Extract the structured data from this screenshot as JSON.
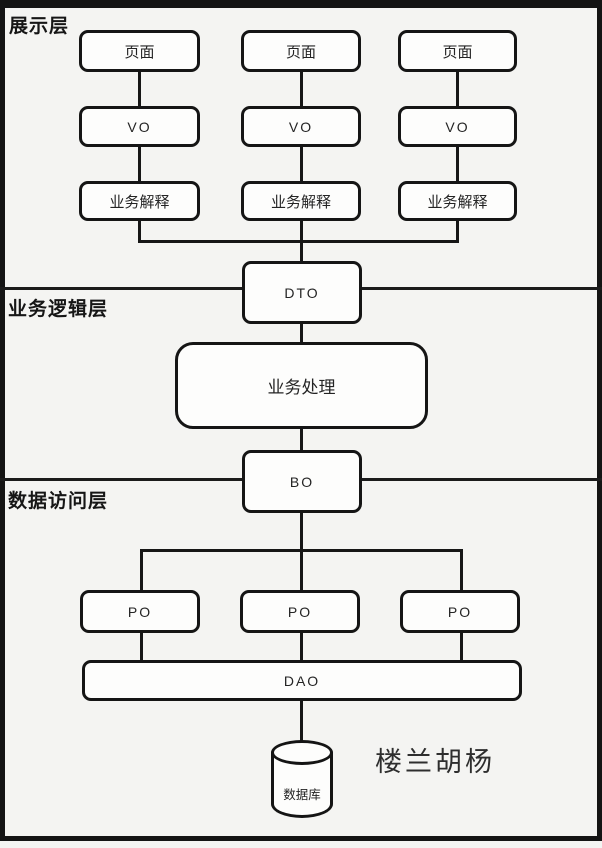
{
  "layers": {
    "presentation": "展示层",
    "business": "业务逻辑层",
    "data": "数据访问层"
  },
  "nodes": {
    "pages": [
      "页面",
      "页面",
      "页面"
    ],
    "vos": [
      "VO",
      "VO",
      "VO"
    ],
    "interpreters": [
      "业务解释",
      "业务解释",
      "业务解释"
    ],
    "dto": "DTO",
    "process": "业务处理",
    "bo": "BO",
    "pos": [
      "PO",
      "PO",
      "PO"
    ],
    "dao": "DAO",
    "database": "数据库"
  },
  "watermark": "楼兰胡杨",
  "colors": {
    "line": "#161616",
    "box_fill": "#fdfdfc",
    "background": "#f4f4f2"
  }
}
